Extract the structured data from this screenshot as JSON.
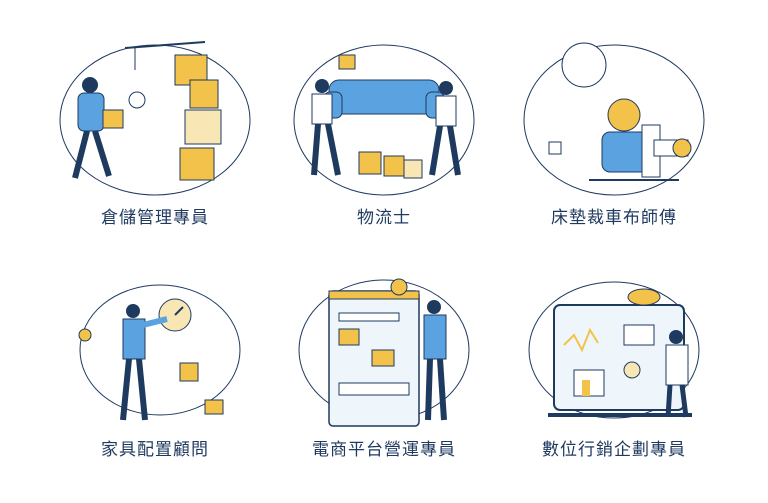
{
  "colors": {
    "navy": "#1f3a5f",
    "yellow": "#f3c24a",
    "blue": "#5aa3e0",
    "cream": "#f8e7b5"
  },
  "cards": [
    {
      "label": "倉儲管理專員",
      "illustration": "warehouse-icon"
    },
    {
      "label": "物流士",
      "illustration": "sofa-movers-icon"
    },
    {
      "label": "床墊裁車布師傅",
      "illustration": "sewing-icon"
    },
    {
      "label": "家具配置顧問",
      "illustration": "clock-consultant-icon"
    },
    {
      "label": "電商平台營運專員",
      "illustration": "ecommerce-icon"
    },
    {
      "label": "數位行銷企劃專員",
      "illustration": "analytics-icon"
    }
  ]
}
